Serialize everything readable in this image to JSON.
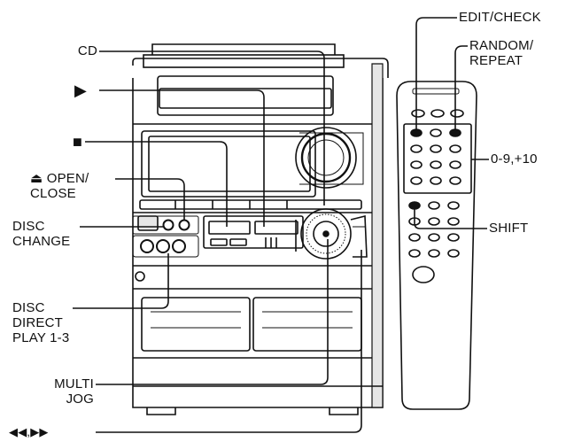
{
  "labels": {
    "cd": "CD",
    "play": "▶",
    "stop": "■",
    "open_close": "⏏ OPEN/\nCLOSE",
    "disc_change": "DISC\nCHANGE",
    "disc_direct": "DISC\nDIRECT\nPLAY 1-3",
    "multi_jog": "MULTI\nJOG",
    "skip": "◀◀,▶▶",
    "edit_check": "EDIT/CHECK",
    "random_repeat": "RANDOM/\nREPEAT",
    "numbers": "0-9,+10",
    "shift": "SHIFT"
  },
  "colors": {
    "ink": "#111111",
    "paper": "#ffffff",
    "shade": "#d8d8d8"
  }
}
